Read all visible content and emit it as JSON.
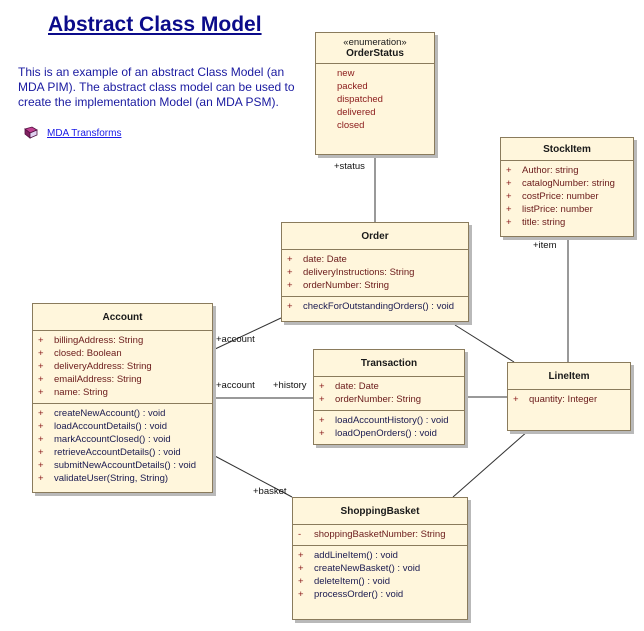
{
  "title": "Abstract Class Model",
  "description": "This is an example of an abstract Class Model (an MDA PIM).  The abstract class model can be used to create the implementation Model (an MDA PSM).",
  "link": {
    "label": "MDA Transforms",
    "icon": "book-icon"
  },
  "classes": {
    "order_status": {
      "stereotype": "«enumeration»",
      "name": "OrderStatus",
      "literals": [
        "new",
        "packed",
        "dispatched",
        "delivered",
        "closed"
      ]
    },
    "stock_item": {
      "name": "StockItem",
      "attributes": [
        {
          "vis": "+",
          "text": "Author:  string"
        },
        {
          "vis": "+",
          "text": "catalogNumber:  string"
        },
        {
          "vis": "+",
          "text": "costPrice:  number"
        },
        {
          "vis": "+",
          "text": "listPrice:  number"
        },
        {
          "vis": "+",
          "text": "title:  string"
        }
      ]
    },
    "order": {
      "name": "Order",
      "attributes": [
        {
          "vis": "+",
          "text": "date:  Date"
        },
        {
          "vis": "+",
          "text": "deliveryInstructions:  String"
        },
        {
          "vis": "+",
          "text": "orderNumber:  String"
        }
      ],
      "operations": [
        {
          "vis": "+",
          "text": "checkForOutstandingOrders() : void"
        }
      ]
    },
    "account": {
      "name": "Account",
      "attributes": [
        {
          "vis": "+",
          "text": "billingAddress:  String"
        },
        {
          "vis": "+",
          "text": "closed:  Boolean"
        },
        {
          "vis": "+",
          "text": "deliveryAddress:  String"
        },
        {
          "vis": "+",
          "text": "emailAddress:  String"
        },
        {
          "vis": "+",
          "text": "name:  String"
        }
      ],
      "operations": [
        {
          "vis": "+",
          "text": "createNewAccount() : void"
        },
        {
          "vis": "+",
          "text": "loadAccountDetails() : void"
        },
        {
          "vis": "+",
          "text": "markAccountClosed() : void"
        },
        {
          "vis": "+",
          "text": "retrieveAccountDetails() : void"
        },
        {
          "vis": "+",
          "text": "submitNewAccountDetails() : void"
        },
        {
          "vis": "+",
          "text": "validateUser(String, String)"
        }
      ]
    },
    "transaction": {
      "name": "Transaction",
      "attributes": [
        {
          "vis": "+",
          "text": "date:  Date"
        },
        {
          "vis": "+",
          "text": "orderNumber:  String"
        }
      ],
      "operations": [
        {
          "vis": "+",
          "text": "loadAccountHistory() : void"
        },
        {
          "vis": "+",
          "text": "loadOpenOrders() : void"
        }
      ]
    },
    "line_item": {
      "name": "LineItem",
      "attributes": [
        {
          "vis": "+",
          "text": "quantity:  Integer"
        }
      ]
    },
    "shopping_basket": {
      "name": "ShoppingBasket",
      "attributes": [
        {
          "vis": "-",
          "text": "shoppingBasketNumber:  String"
        }
      ],
      "operations": [
        {
          "vis": "+",
          "text": "addLineItem() : void"
        },
        {
          "vis": "+",
          "text": "createNewBasket() : void"
        },
        {
          "vis": "+",
          "text": "deleteItem() : void"
        },
        {
          "vis": "+",
          "text": "processOrder() : void"
        }
      ]
    }
  },
  "roles": {
    "status": "+status",
    "item": "+item",
    "account_order": "+account",
    "account_history": "+account",
    "history": "+history",
    "basket": "+basket"
  }
}
